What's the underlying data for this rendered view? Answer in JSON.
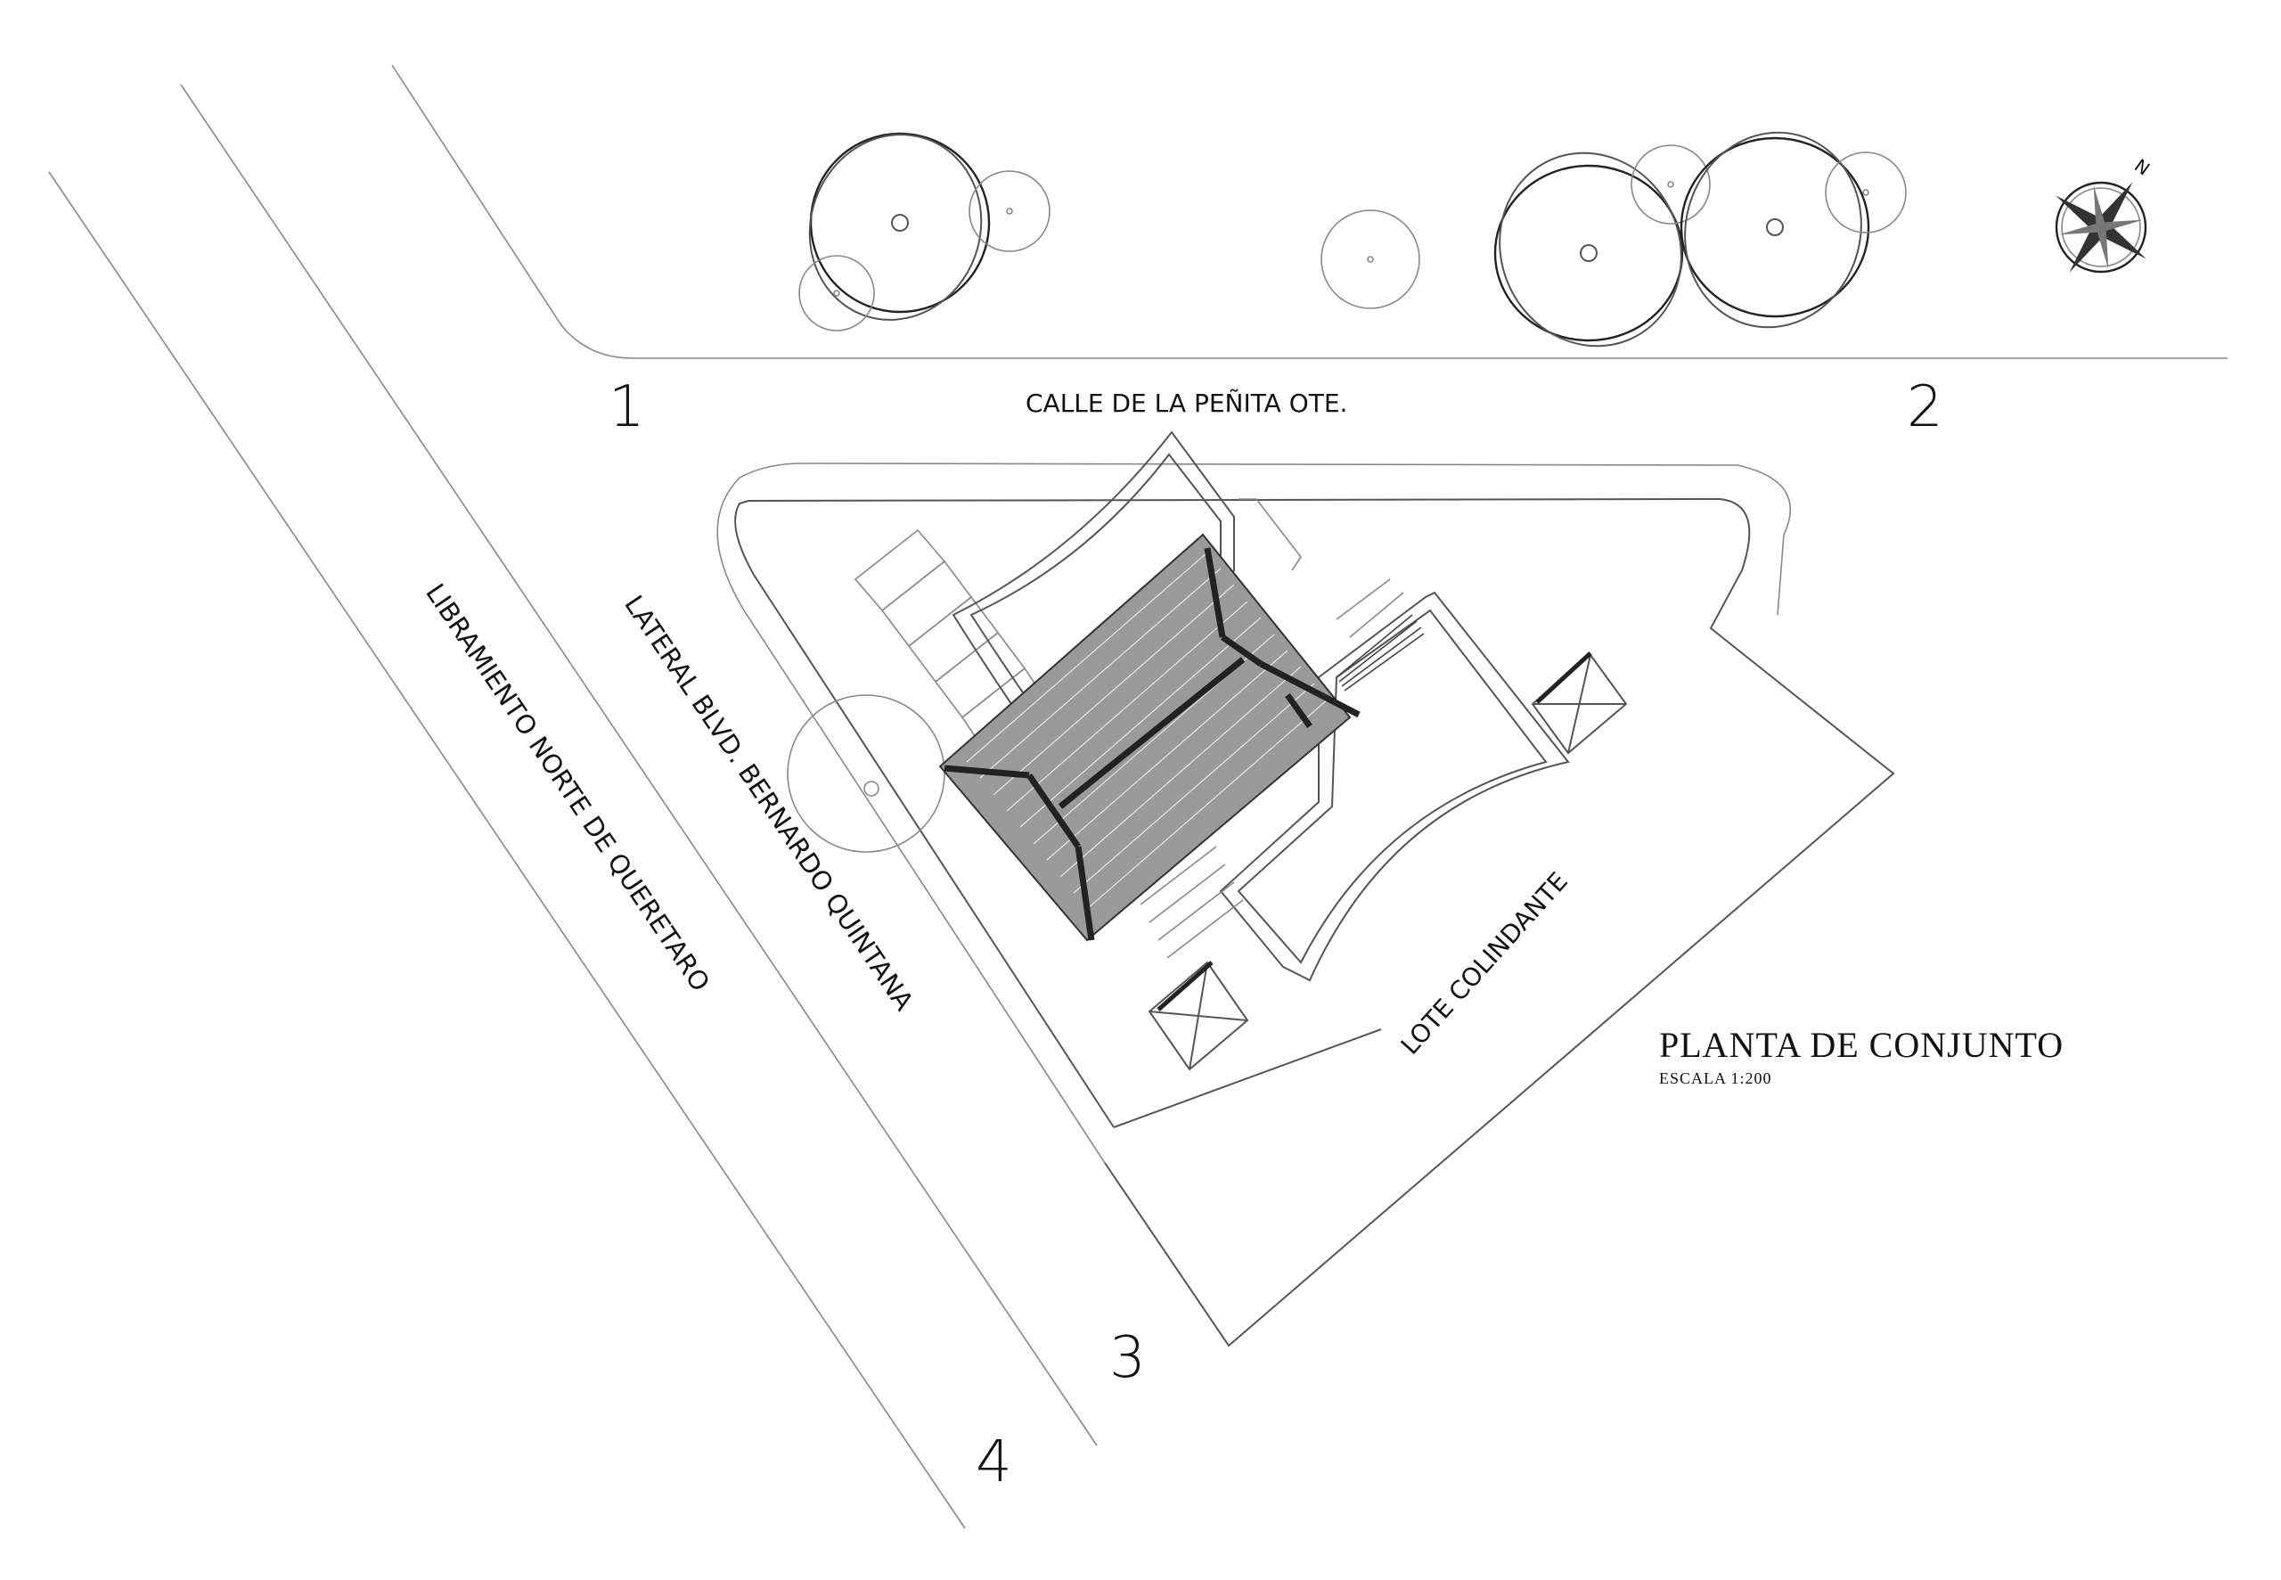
{
  "drawing": {
    "title": "PLANTA DE CONJUNTO",
    "scale": "ESCALA 1:200",
    "north_label": "N"
  },
  "streets": {
    "top": "CALLE DE LA PEÑITA OTE.",
    "lateral": "LATERAL BLVD. BERNARDO QUINTANA",
    "libramiento": "LIBRAMIENTO NORTE DE QUERETARO",
    "neighbor": "LOTE COLINDANTE"
  },
  "section_marks": [
    "1",
    "2",
    "3",
    "4"
  ],
  "colors": {
    "ink": "#111111",
    "line": "#555555",
    "background": "#ffffff"
  }
}
